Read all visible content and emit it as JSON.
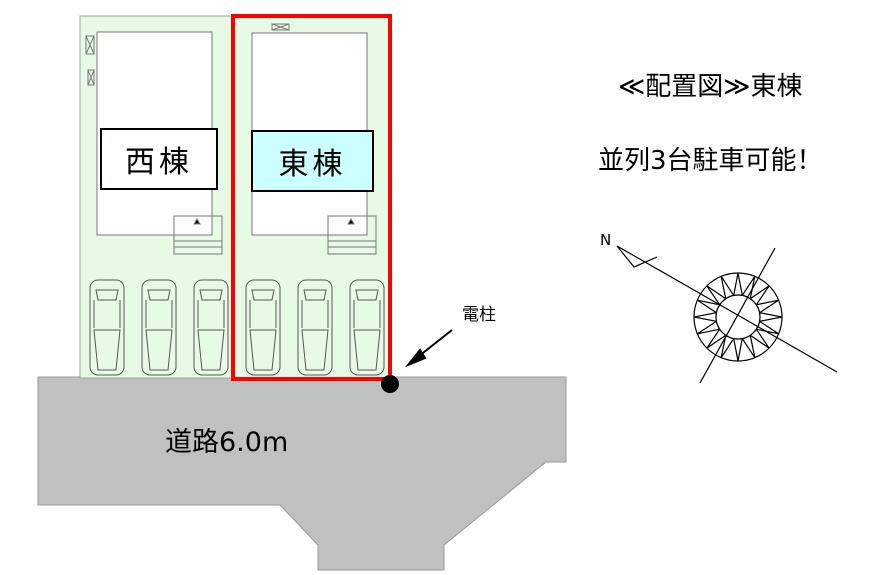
{
  "title": "≪配置図≫東棟",
  "subtitle": "並列3台駐車可能！",
  "west_building": "西棟",
  "east_building": "東棟",
  "road_label": "道路6.0m",
  "pole_label": "電柱",
  "compass_north": "N",
  "colors": {
    "lot": "#e6fae6",
    "highlight": "#ff0000",
    "east_label_bg": "#ccffff",
    "road": "#c0c0c0"
  }
}
